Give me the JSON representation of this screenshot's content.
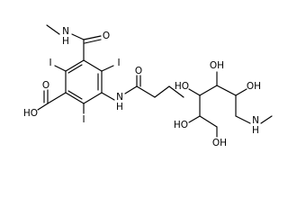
{
  "molecule_left": {
    "atoms": {
      "amide_nitrogen_top": "N",
      "amide_hydrogen_top": "H",
      "amide_oxygen_top": "O",
      "iodine_upper_left": "I",
      "iodine_upper_right": "I",
      "iodine_lower": "I",
      "acid_oxygen_double": "O",
      "acid_hydroxyl": "HO",
      "amide_nitrogen_right": "N",
      "amide_hydrogen_right": "H",
      "amide_oxygen_right": "O"
    }
  },
  "molecule_right": {
    "atoms": {
      "hydroxyl_top": "OH",
      "hydroxyl_left": "HO",
      "hydroxyl_right": "OH",
      "hydroxyl_lower_left": "HO",
      "hydroxyl_bottom": "OH",
      "amine_nitrogen": "N",
      "amine_hydrogen": "H"
    }
  }
}
